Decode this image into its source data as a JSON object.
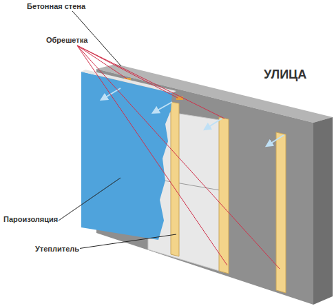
{
  "diagram": {
    "labels": [
      "Бетонная стена",
      "Обрешетка",
      "УЛИЦА",
      "Пароизоляция",
      "Утеплитель"
    ]
  }
}
